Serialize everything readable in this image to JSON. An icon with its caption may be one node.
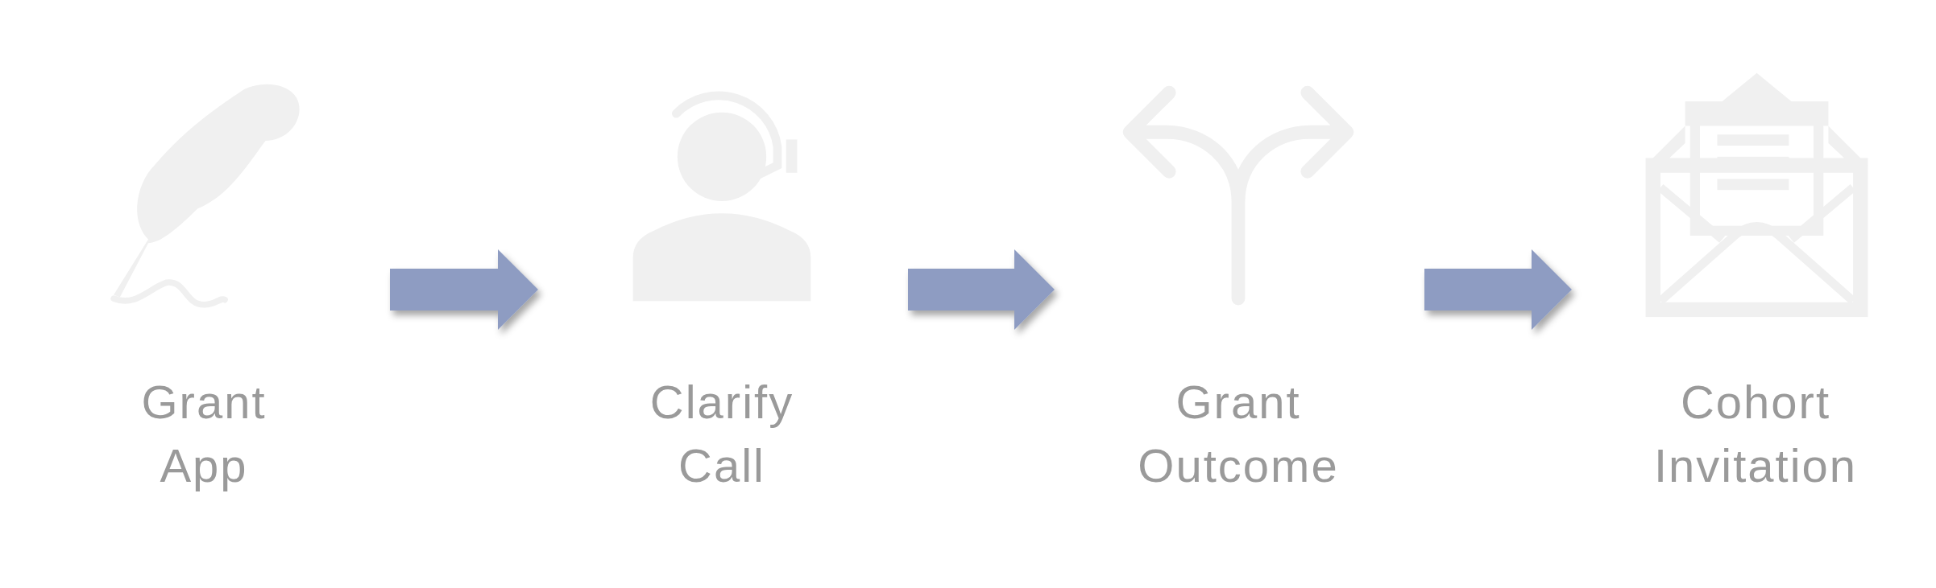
{
  "diagram": {
    "nodes": [
      {
        "text": [
          "Grant App"
        ]
      },
      {
        "text": [
          "Clarify Call"
        ]
      },
      {
        "text": [
          "Grant Outcome"
        ]
      },
      {
        "text": [
          "Cohort Invitation"
        ]
      }
    ],
    "edges": [
      {
        "from": 0,
        "to": 1,
        "arrow": "to"
      },
      {
        "from": 1,
        "to": 2,
        "arrow": "to"
      },
      {
        "from": 2,
        "to": 3,
        "arrow": "to"
      }
    ]
  }
}
